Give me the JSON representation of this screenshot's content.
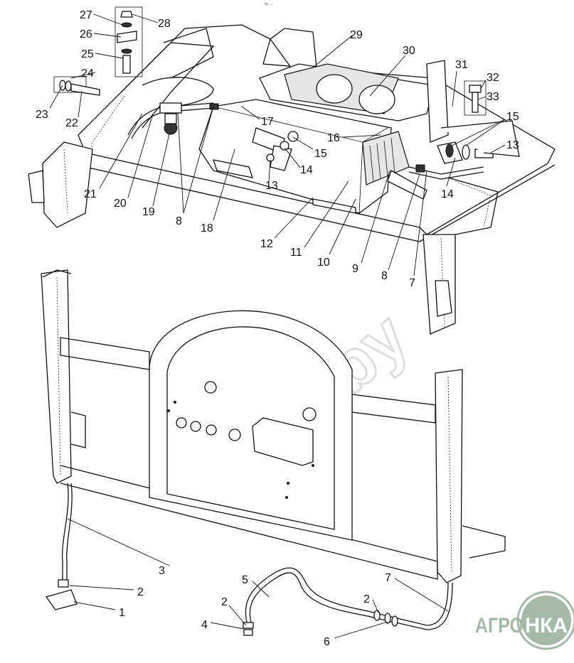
{
  "header": {
    "code": "№ ..."
  },
  "watermark": "nka.by",
  "logo": {
    "left": "АГРО",
    "right": "НКА",
    "color": "#a6b8a8"
  },
  "callouts": {
    "c27": "27",
    "c28": "28",
    "c26": "26",
    "c25": "25",
    "c24": "24",
    "c23": "23",
    "c22": "22",
    "c29": "29",
    "c30": "30",
    "c31": "31",
    "c32": "32",
    "c33": "33",
    "c15a": "15",
    "c13a": "13",
    "c17": "17",
    "c16": "16",
    "c15b": "15",
    "c14a": "14",
    "c14b": "14",
    "c13b": "13",
    "c21": "21",
    "c20": "20",
    "c19": "19",
    "c8a": "8",
    "c18": "18",
    "c12": "12",
    "c11": "11",
    "c10": "10",
    "c9": "9",
    "c8b": "8",
    "c7a": "7",
    "c3": "3",
    "c2a": "2",
    "c1": "1",
    "c5": "5",
    "c2b": "2",
    "c4": "4",
    "c7b": "7",
    "c2c": "2",
    "c6": "6"
  }
}
